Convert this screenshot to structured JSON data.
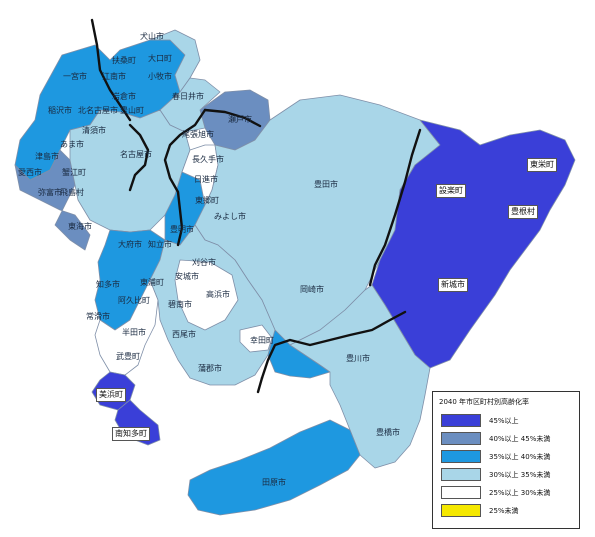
{
  "colors": {
    "over45": "#3a3fd8",
    "from40to45": "#6b8ec0",
    "from35to40": "#1e98e0",
    "from30to35": "#a9d6e8",
    "from25to30": "#ffffff",
    "under25": "#f5e800"
  },
  "legend": {
    "title": "2040 年市区町村別高齢化率",
    "items": [
      {
        "label": "45%以上",
        "color": "#3a3fd8"
      },
      {
        "label": "40%以上 45%未満",
        "color": "#6b8ec0"
      },
      {
        "label": "35%以上 40%未満",
        "color": "#1e98e0"
      },
      {
        "label": "30%以上 35%未満",
        "color": "#a9d6e8"
      },
      {
        "label": "25%以上 30%未満",
        "color": "#ffffff"
      },
      {
        "label": "25%未満",
        "color": "#f5e800"
      }
    ]
  },
  "boxed_labels": {
    "toei": "東栄町",
    "shitara": "設楽町",
    "toyone": "豊根村",
    "shinshiro": "新城市",
    "minamichita": "南知多町",
    "mihama": "美浜町"
  },
  "labels": {
    "inuyama": "犬山市",
    "ichinomiya": "一宮市",
    "komaki": "小牧市",
    "kasugai": "春日井市",
    "seto": "瀬戸市",
    "toyota": "豊田市",
    "okazaki": "岡崎市",
    "toyokawa": "豊川市",
    "toyohashi": "豊橋市",
    "tahara": "田原市",
    "gamagori": "蒲郡市",
    "nishio": "西尾市",
    "anjo": "安城市",
    "kariya": "刈谷市",
    "chiryu": "知立市",
    "toyoake": "豊明市",
    "nisshin": "日進市",
    "tokai": "東海市",
    "obu": "大府市",
    "chita": "知多市",
    "tokoname": "常滑市",
    "handa": "半田市",
    "agui": "阿久比町",
    "taketoyo": "武豊町",
    "higashiura": "東浦町",
    "kota": "幸田町",
    "hekinan": "碧南市",
    "takahama": "高浜市",
    "inazawa": "稲沢市",
    "tsushima": "津島市",
    "aisai": "愛西市",
    "yatomi": "弥富市",
    "nagoya": "名古屋市",
    "owariasahi": "尾張旭市",
    "nagakute": "長久手市",
    "iwakura": "岩倉市",
    "kiyosu": "清須市",
    "kitanagoya": "北名古屋市",
    "toyoyama": "豊山町",
    "oguchi": "大口町",
    "fuso": "扶桑町",
    "konan": "江南市",
    "tobishima": "飛島村",
    "ama": "あま市",
    "kanie": "蟹江町",
    "miyoshi": "みよし市",
    "togo": "東郷町"
  }
}
